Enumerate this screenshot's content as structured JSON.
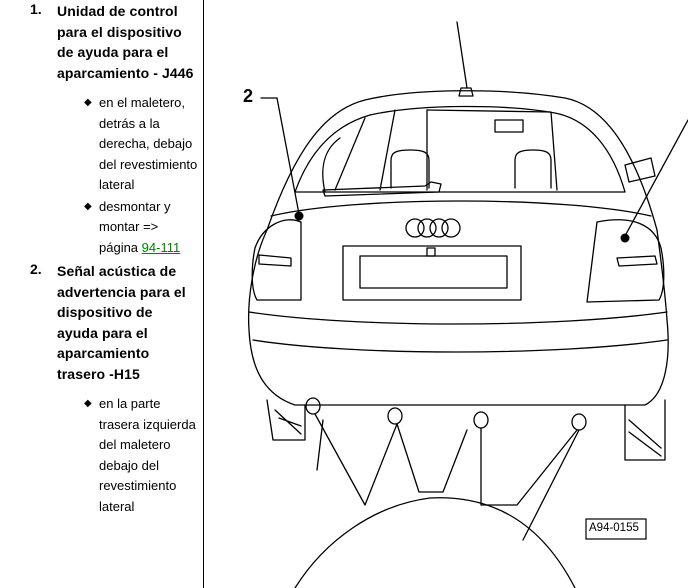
{
  "steps": [
    {
      "number": "1.",
      "title": "Unidad de control para el dispositivo de ayuda para el aparcamiento - J446",
      "subitems": [
        {
          "text": "en el maletero, detrás a la derecha, debajo del revestimiento lateral"
        },
        {
          "text": "desmontar y montar => página",
          "link": "94-111"
        }
      ]
    },
    {
      "number": "2.",
      "title": "Señal acústica de advertencia para el dispositivo de ayuda para el aparcamiento trasero -H15",
      "subitems": [
        {
          "text": "en la parte trasera izquierda del maletero debajo del revestimiento lateral"
        }
      ]
    }
  ],
  "figure": {
    "callout": "2",
    "figure_id": "A94-0155"
  }
}
